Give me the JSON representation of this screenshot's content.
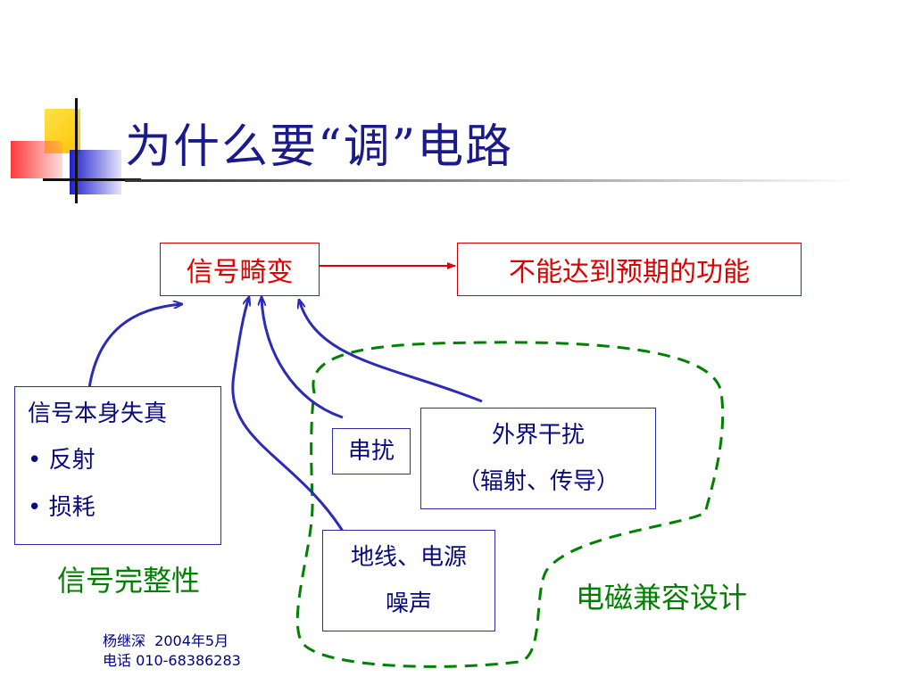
{
  "slide": {
    "title": "为什么要“调”电路"
  },
  "nodes": {
    "signal_distortion": "信号畸变",
    "function_failure": "不能达到预期的功能",
    "intrinsic": {
      "heading": "信号本身失真",
      "items": [
        "• 反射",
        "• 损耗"
      ]
    },
    "crosstalk": "串扰",
    "external": {
      "line1": "外界干扰",
      "line2": "（辐射、传导）"
    },
    "ground_power": {
      "line1": "地线、电源",
      "line2": "噪声"
    }
  },
  "group_labels": {
    "signal_integrity": "信号完整性",
    "emc_design": "电磁兼容设计"
  },
  "footer": {
    "author_date": "杨继深  2004年5月",
    "phone": "电话 010-68386283"
  },
  "colors": {
    "title": "#1a1a8c",
    "red": "#e00000",
    "blue_arrow": "#2b2bb8",
    "green": "#008000",
    "deco_yellow": "#ffd21a",
    "deco_blue": "#2a2ad0",
    "deco_red": "#ff4d4d"
  }
}
